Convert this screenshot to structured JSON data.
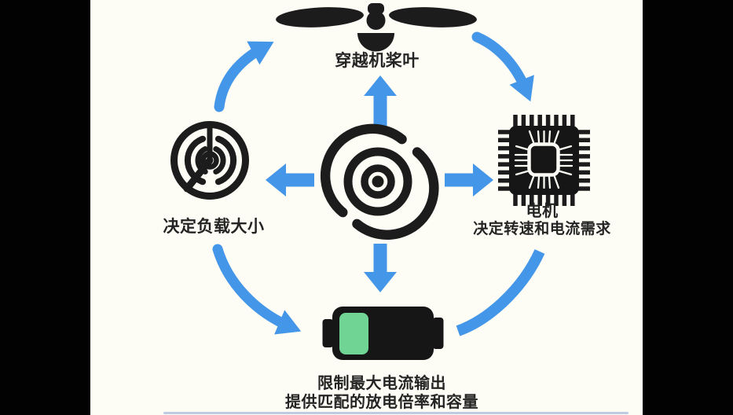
{
  "diagram": {
    "colors": {
      "background": "#FDFCF5",
      "letterbox": "#020202",
      "arrow_blue": "#4496E8",
      "icon_black": "#1C1C1C",
      "battery_green": "#6FD494",
      "bottom_line_blue": "#7D9BCD"
    },
    "nodes": {
      "propeller": {
        "icon": "propeller-icon",
        "label": "穿越机桨叶"
      },
      "load": {
        "icon": "gauge-icon",
        "label": "决定负载大小"
      },
      "motor": {
        "icon": "chip-icon",
        "name": "电机",
        "description": "决定转速和电流需求"
      },
      "battery": {
        "icon": "battery-icon",
        "line1": "限制最大电流输出",
        "line2": "提供匹配的放电倍率和容量"
      },
      "center": {
        "icon": "motor-coil-icon"
      }
    },
    "arrows": [
      {
        "name": "arrow-load-to-propeller",
        "type": "curved",
        "direction": "up-right",
        "has_head": true
      },
      {
        "name": "arrow-propeller-to-motor",
        "type": "curved",
        "direction": "down-right",
        "has_head": true
      },
      {
        "name": "arrow-load-to-battery",
        "type": "curved",
        "direction": "down-right",
        "has_head": true
      },
      {
        "name": "curve-battery-to-motor",
        "type": "curved",
        "direction": "up-right",
        "has_head": false
      },
      {
        "name": "arrow-center-up",
        "type": "straight",
        "direction": "up",
        "has_head": true
      },
      {
        "name": "arrow-center-left",
        "type": "straight",
        "direction": "left",
        "has_head": true
      },
      {
        "name": "arrow-center-right",
        "type": "straight",
        "direction": "right",
        "has_head": true
      },
      {
        "name": "arrow-center-down",
        "type": "straight",
        "direction": "down",
        "has_head": true
      }
    ]
  }
}
